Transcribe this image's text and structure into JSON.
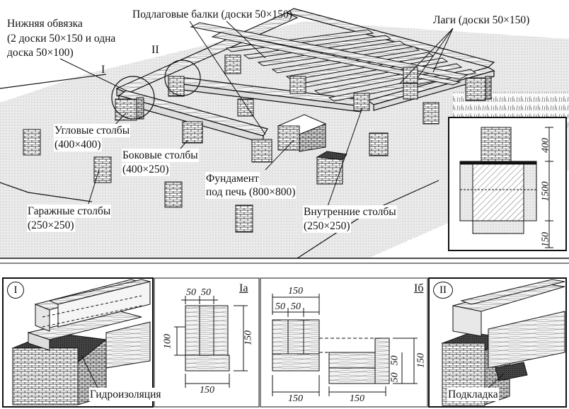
{
  "main_labels": {
    "bottom_frame": "Нижняя обвязка",
    "bottom_frame_note_1": "(2 доски 50×150 и одна",
    "bottom_frame_note_2": "доска 50×100)",
    "joist_beams": "Подлаговые балки (доски 50×150)",
    "lags": "Лаги (доски 50×150)",
    "corner_posts": "Угловые столбы",
    "corner_posts_size": "(400×400)",
    "side_posts": "Боковые столбы",
    "side_posts_size": "(400×250)",
    "stove_foundation": "Фундамент",
    "stove_foundation_2": "под печь (800×800)",
    "garage_posts": "Гаражные столбы",
    "garage_posts_size": "(250×250)",
    "inner_posts": "Внутренние столбы",
    "inner_posts_size": "(250×250)",
    "callout_1": "I",
    "callout_2": "II"
  },
  "section_dims": {
    "d400": "400",
    "d1500": "1500",
    "d150": "150"
  },
  "detail_I": {
    "marker": "I",
    "label": "Гидроизоляция"
  },
  "detail_Ia": {
    "marker": "Iа",
    "top_a": "50",
    "top_b": "50",
    "left": "100",
    "right": "150",
    "bottom": "150"
  },
  "detail_Ib": {
    "marker": "Iб",
    "top_total": "150",
    "top_a": "50",
    "top_b": "50",
    "bottom_a": "150",
    "bottom_b": "150",
    "right_a": "50",
    "right_b": "50",
    "right_total": "150"
  },
  "detail_II": {
    "marker": "II",
    "label": "Подкладка"
  },
  "colors": {
    "ink": "#111111",
    "paper": "#ffffff",
    "ground": "#e6e6e6",
    "wood": "#f2f2f2",
    "dark": "#222222"
  }
}
